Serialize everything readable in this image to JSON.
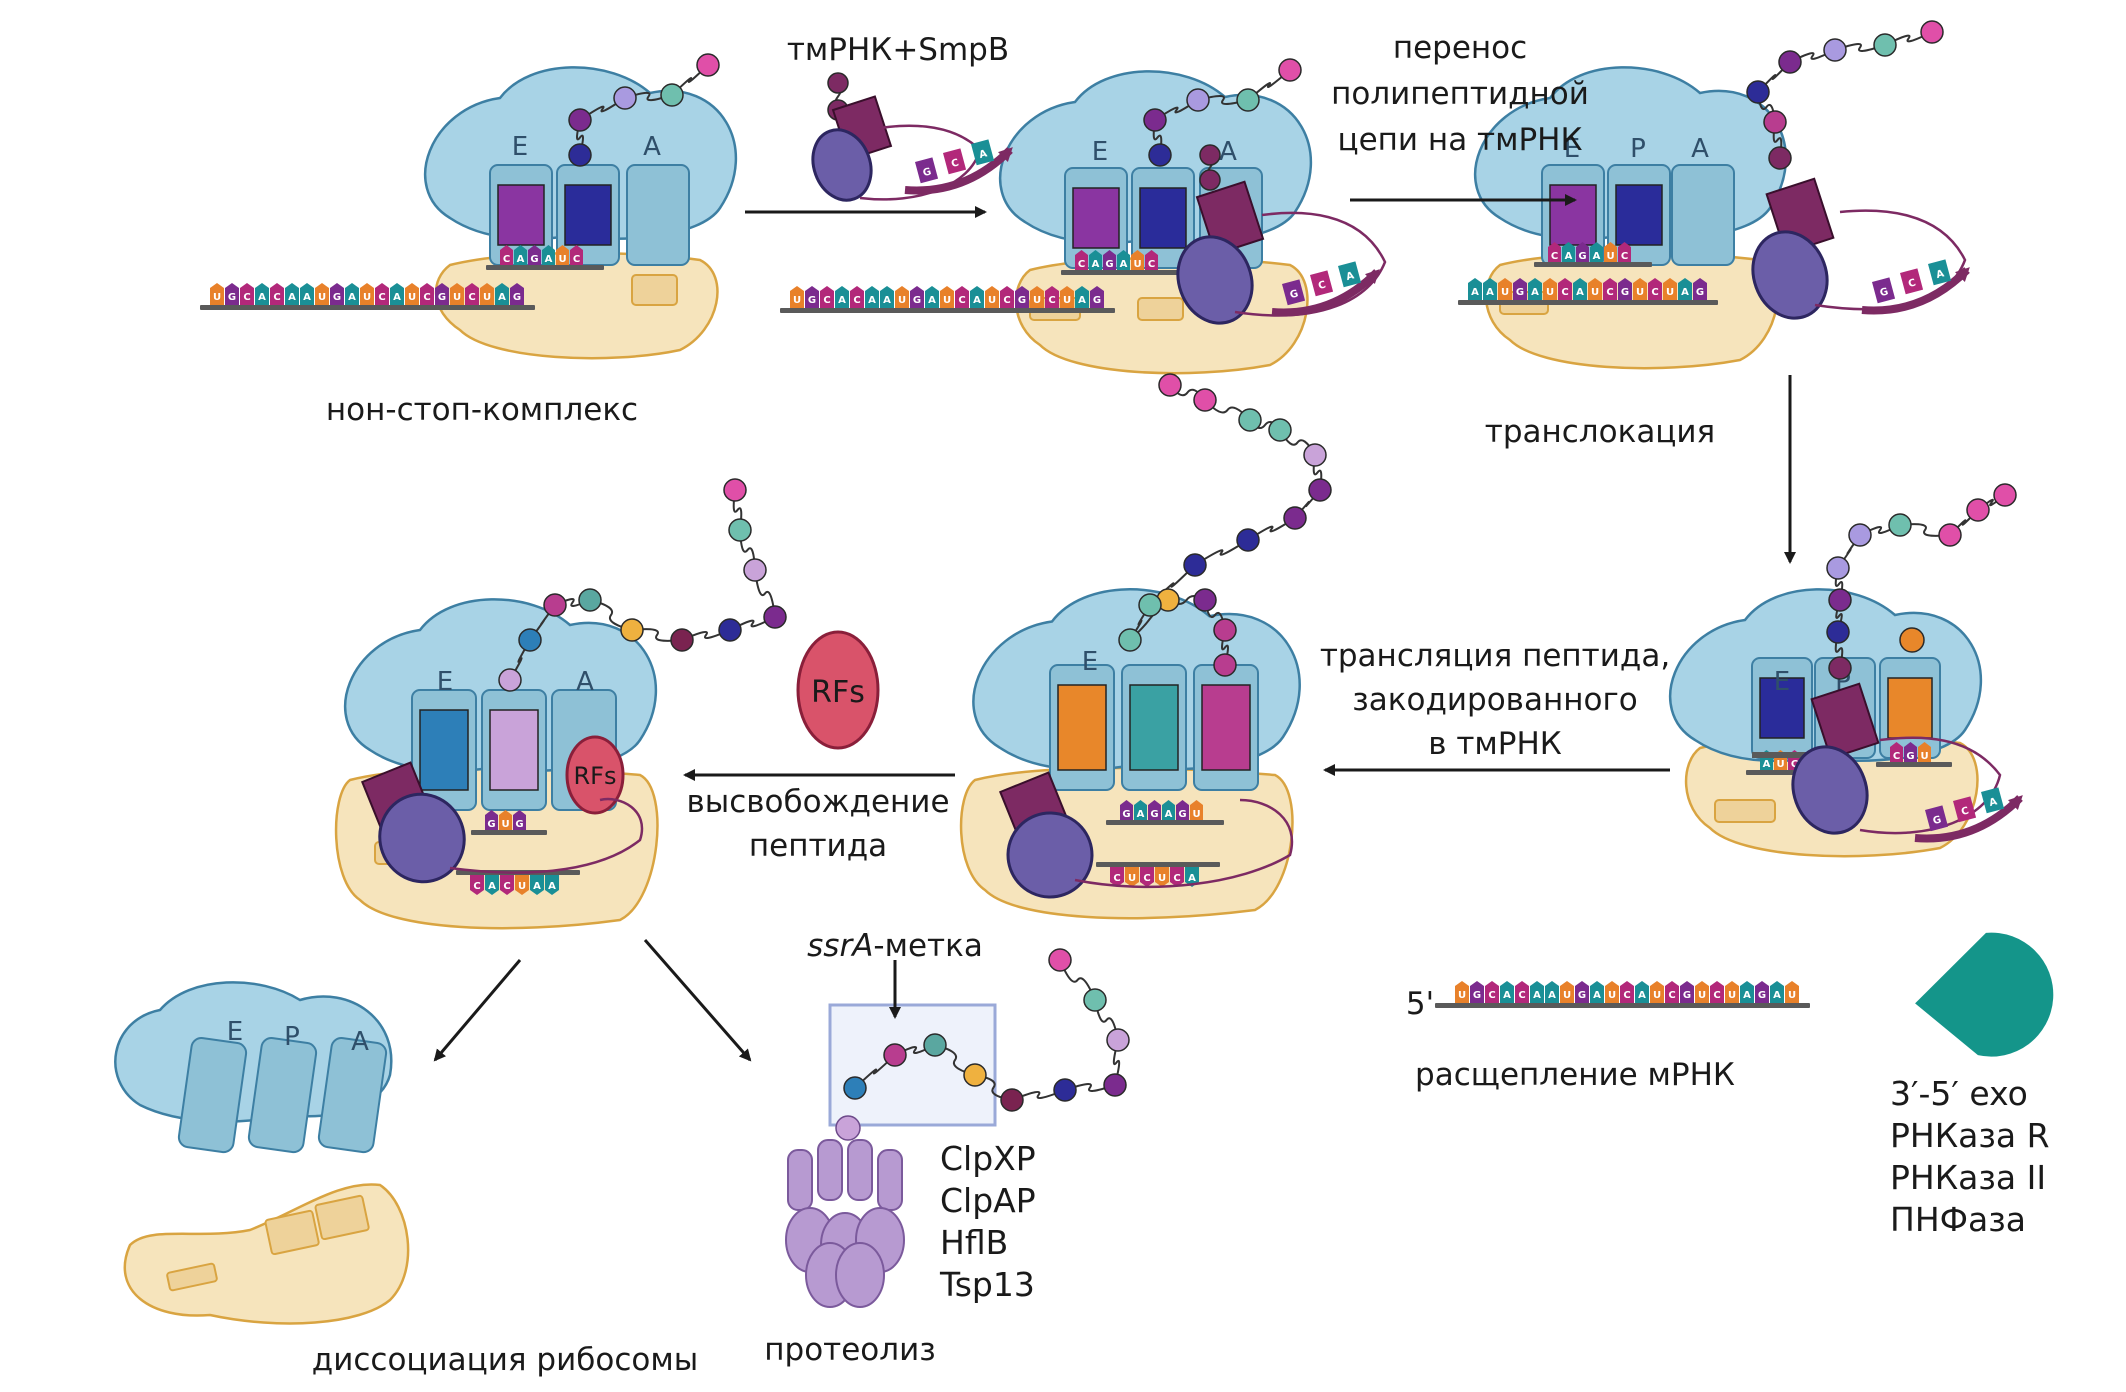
{
  "labels": {
    "nonstop": "нон-стоп-комплекс",
    "tmrna_smpb": "тмРНК+SmpB",
    "transfer": [
      "перенос",
      "полипептидной",
      "цепи на тмРНК"
    ],
    "translocation": "транслокация",
    "translation": [
      "трансляция пептида,",
      "закодированного",
      "в тмРНК"
    ],
    "release": [
      "высвобождение",
      "пептида"
    ],
    "ssra_italic": "ssrA",
    "ssra_rest": "-метка",
    "proteases": [
      "ClpXP",
      "ClpAP",
      "HflB",
      "Tsp13"
    ],
    "proteolysis": "протеолиз",
    "dissociation": "диссоциация рибосомы",
    "mrna_cleavage": "расщепление мРНК",
    "five_prime": "5'",
    "exo": [
      "3′-5′ exo",
      "РНКаза R",
      "РНКаза II",
      "ПНФаза"
    ],
    "rfs": "RFs",
    "sites": {
      "e": "E",
      "p": "P",
      "a": "A"
    }
  },
  "mrna": {
    "long": "UGCACAAUGAUCAUCGUCUAG",
    "cleaved": "UGCACAAUGAUCAUCGUCUAGAU",
    "shifted": "AAUGAUCAUCGUCUAG",
    "anticodon_1": "CAGAUC",
    "tag_end": "GCA",
    "tag_codon_1": "AUC",
    "tag_anticodon_1": "CGU",
    "tag_codons": "CUCUCA",
    "tag_anticodons": "GAGAGU",
    "stop_region": "CACUAA",
    "stop_anticodon": "GUG"
  },
  "colors": {
    "large_subunit": "#a8d3e6",
    "small_subunit": "#f6e4bc",
    "tmrna": "#7d2a63",
    "smpb": "#6b5ea8",
    "exonuclease": "#14958a",
    "rfs": "#d9536a",
    "base_u": "#e8812a",
    "base_g": "#7b2b8e",
    "base_c": "#b2287a",
    "base_a": "#1a8f96"
  }
}
